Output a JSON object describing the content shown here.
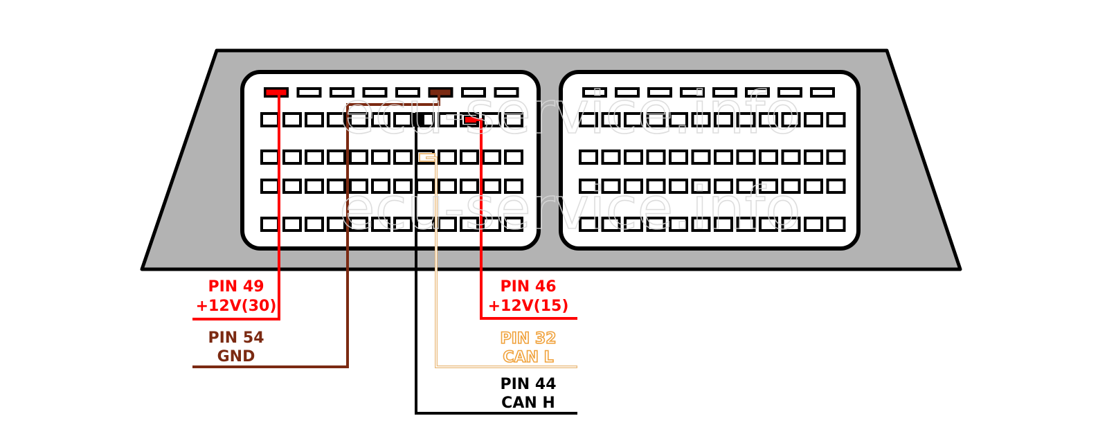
{
  "watermark": "ecu-service.info",
  "colors": {
    "housing_fill": "#b3b3b3",
    "outline": "#000000",
    "pin_49": "#ff0000",
    "pin_46": "#ff0000",
    "pin_54": "#7b2a12",
    "pin_32": "#f0a23c",
    "pin_44": "#000000"
  },
  "pins": [
    {
      "id": "49",
      "line1": "PIN 49",
      "line2": "+12V(30)"
    },
    {
      "id": "54",
      "line1": "PIN 54",
      "line2": "GND"
    },
    {
      "id": "46",
      "line1": "PIN 46",
      "line2": "+12V(15)"
    },
    {
      "id": "32",
      "line1": "PIN 32",
      "line2": "CAN L"
    },
    {
      "id": "44",
      "line1": "PIN 44",
      "line2": "CAN H"
    }
  ]
}
